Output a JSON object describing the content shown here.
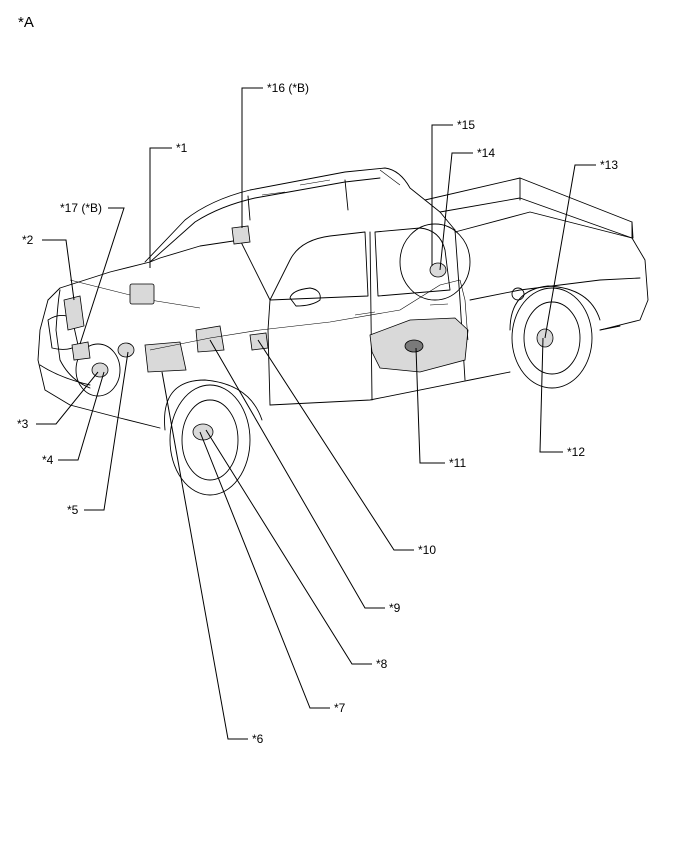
{
  "figure": {
    "corner_label": "*A"
  },
  "callouts": [
    {
      "id": "1",
      "text": "*1"
    },
    {
      "id": "2",
      "text": "*2"
    },
    {
      "id": "3",
      "text": "*3"
    },
    {
      "id": "4",
      "text": "*4"
    },
    {
      "id": "5",
      "text": "*5"
    },
    {
      "id": "6",
      "text": "*6"
    },
    {
      "id": "7",
      "text": "*7"
    },
    {
      "id": "8",
      "text": "*8"
    },
    {
      "id": "9",
      "text": "*9"
    },
    {
      "id": "10",
      "text": "*10"
    },
    {
      "id": "11",
      "text": "*11"
    },
    {
      "id": "12",
      "text": "*12"
    },
    {
      "id": "13",
      "text": "*13"
    },
    {
      "id": "14",
      "text": "*14"
    },
    {
      "id": "15",
      "text": "*15"
    },
    {
      "id": "16",
      "text": "*16 (*B)"
    },
    {
      "id": "17",
      "text": "*17 (*B)"
    }
  ]
}
